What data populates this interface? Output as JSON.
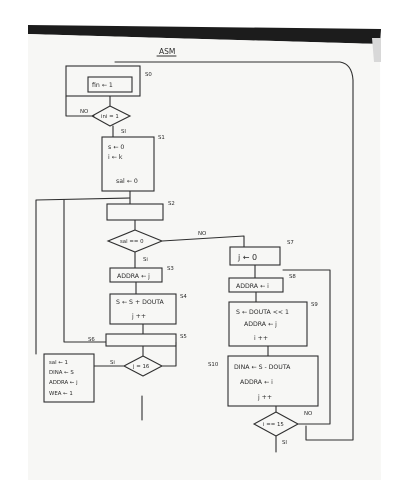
{
  "title": "ASM",
  "states": {
    "s0": {
      "name": "S0",
      "lines": [
        "fin ← 1"
      ]
    },
    "s1": {
      "name": "S1",
      "lines": [
        "s ← 0",
        "i ← k",
        "sal ← 0"
      ]
    },
    "s2": {
      "name": "S2"
    },
    "s3": {
      "name": "S3",
      "lines": [
        "ADDRA ← j"
      ]
    },
    "s4": {
      "name": "S4",
      "lines": [
        "S ← S + DOUTA",
        "j ++"
      ]
    },
    "s5": {
      "name": "S5"
    },
    "s6": {
      "name": "S6",
      "lines": [
        "sal ← 1",
        "DINA ← S",
        "ADDRA ← j",
        "WEA ← 1"
      ]
    },
    "s7": {
      "name": "S7",
      "lines": [
        "j ← 0"
      ]
    },
    "s8": {
      "name": "S8",
      "lines": [
        "ADDRA ← i"
      ]
    },
    "s9": {
      "name": "S9",
      "lines": [
        "S ← DOUTA << 1",
        "ADDRA ← j",
        "i ++"
      ]
    },
    "s10": {
      "name": "S10",
      "lines": [
        "DINA ← S - DOUTA",
        "ADDRA ← i",
        "j ++"
      ]
    }
  },
  "decisions": {
    "ini": {
      "text": "ini = 1",
      "no": "NO",
      "yes": "SI"
    },
    "sal": {
      "text": "sal == 0",
      "yes": "Si",
      "no": "NO"
    },
    "j": {
      "text": "j = 16",
      "yes": "Si"
    },
    "i": {
      "text": "i == 15",
      "no": "NO",
      "yes": "SI"
    }
  }
}
